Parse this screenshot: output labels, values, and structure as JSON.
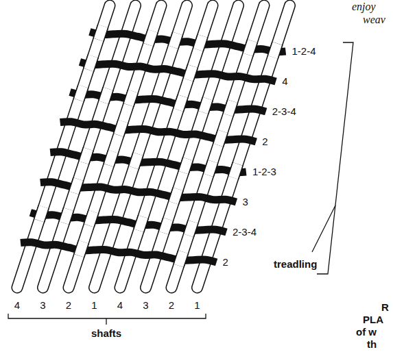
{
  "diagram": {
    "labels": [
      "1-2-4",
      "4",
      "2-3-4",
      "2",
      "1-2-3",
      "3",
      "2-3-4",
      "2",
      "treadling",
      "4",
      "3",
      "2",
      "1",
      "4",
      "3",
      "2",
      "1",
      "shafts",
      "enjoy",
      "weav",
      "R",
      "PLA",
      "of w",
      "th"
    ]
  }
}
